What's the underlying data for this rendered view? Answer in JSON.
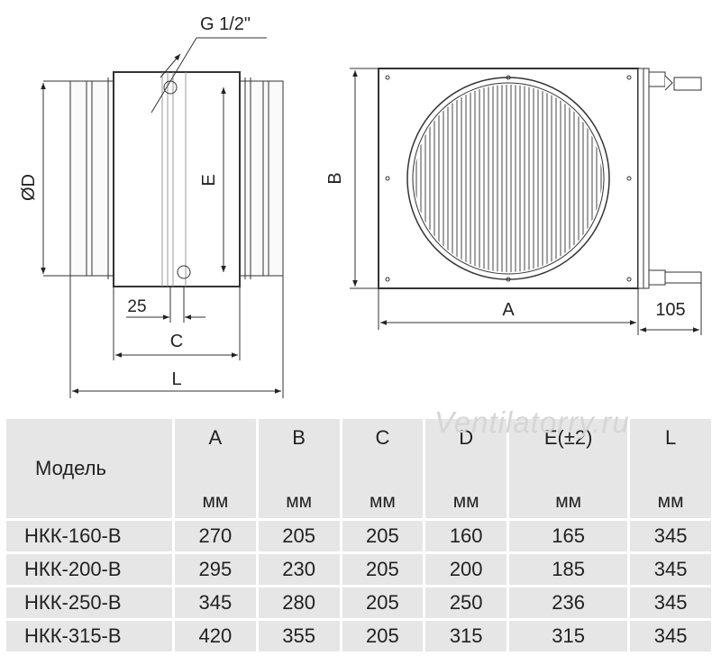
{
  "diagram": {
    "thread_label": "G 1/2\"",
    "side_view": {
      "diameter_label": "ØD",
      "e_label": "E",
      "offset_label": "25",
      "c_label": "C",
      "l_label": "L"
    },
    "front_view": {
      "b_label": "B",
      "a_label": "A",
      "pipe_length_label": "105"
    }
  },
  "watermark": "Ventilatorry.ru",
  "table": {
    "model_header": "Модель",
    "columns": [
      {
        "name": "A",
        "unit": "мм"
      },
      {
        "name": "B",
        "unit": "мм"
      },
      {
        "name": "C",
        "unit": "мм"
      },
      {
        "name": "D",
        "unit": "мм"
      },
      {
        "name": "E(±2)",
        "unit": "мм"
      },
      {
        "name": "L",
        "unit": "мм"
      }
    ],
    "rows": [
      {
        "model": "НКК-160-В",
        "values": [
          "270",
          "205",
          "205",
          "160",
          "165",
          "345"
        ]
      },
      {
        "model": "НКК-200-В",
        "values": [
          "295",
          "230",
          "205",
          "200",
          "185",
          "345"
        ]
      },
      {
        "model": "НКК-250-В",
        "values": [
          "345",
          "280",
          "205",
          "250",
          "236",
          "345"
        ]
      },
      {
        "model": "НКК-315-В",
        "values": [
          "420",
          "355",
          "205",
          "315",
          "315",
          "345"
        ]
      }
    ]
  }
}
